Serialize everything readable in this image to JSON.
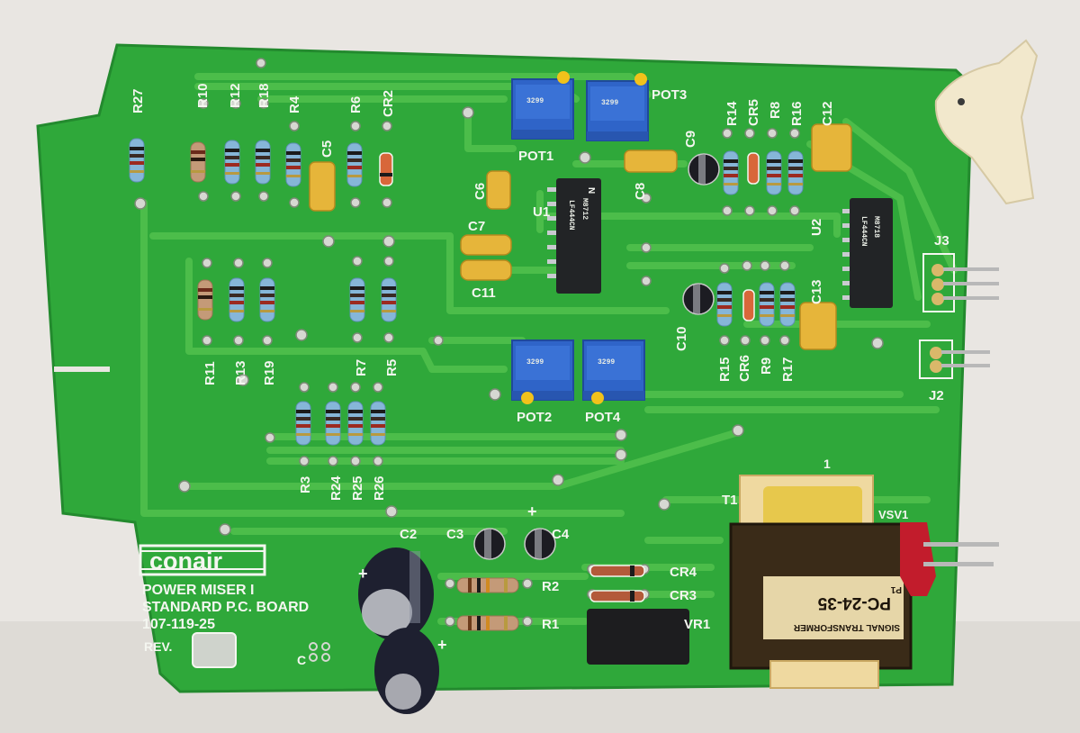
{
  "board": {
    "brand": "conair",
    "line1": "POWER MISER I",
    "line2": "STANDARD P.C. BOARD",
    "line3": "107-119-25",
    "rev_label": "REV.",
    "c_label": "C",
    "colors": {
      "pcb": "#2fa83a",
      "trace": "#4cbd4a",
      "silk": "#f4f6f0",
      "background": "#e9e6e2"
    }
  },
  "labels": {
    "r27": "R27",
    "r10": "R10",
    "r12": "R12",
    "r18": "R18",
    "r4": "R4",
    "r6": "R6",
    "cr2": "CR2",
    "r14": "R14",
    "cr5": "CR5",
    "r8": "R8",
    "r16": "R16",
    "c12": "C12",
    "r11": "R11",
    "r13": "R13",
    "r19": "R19",
    "r7": "R7",
    "r5": "R5",
    "r15": "R15",
    "cr6": "CR6",
    "r9": "R9",
    "r17": "R17",
    "r3": "R3",
    "r24": "R24",
    "r25": "R25",
    "r26": "R26",
    "c5": "C5",
    "c6": "C6",
    "c7": "C7",
    "c8": "C8",
    "c9": "C9",
    "c10": "C10",
    "c11": "C11",
    "c13": "C13",
    "u1": "U1",
    "u2": "U2",
    "pot1": "POT1",
    "pot2": "POT2",
    "pot3": "POT3",
    "pot4": "POT4",
    "j2": "J2",
    "j3": "J3",
    "t1": "T1",
    "t1_pin": "1",
    "vsv1": "VSV1",
    "c2": "C2",
    "c3": "C3",
    "c4": "C4",
    "cr3": "CR3",
    "cr4": "CR4",
    "r1": "R1",
    "r2": "R2",
    "vr1": "VR1",
    "plus": "+"
  },
  "chips": {
    "u1_line1": "M8712",
    "u1_line2": "LF444CN",
    "u2_line1": "M8718",
    "u2_line2": "LF444CN"
  },
  "pots": {
    "marking": "3299"
  },
  "transformer": {
    "model": "PC-24-35",
    "maker": "SIGNAL TRANSFORMER",
    "tag": "P1"
  }
}
